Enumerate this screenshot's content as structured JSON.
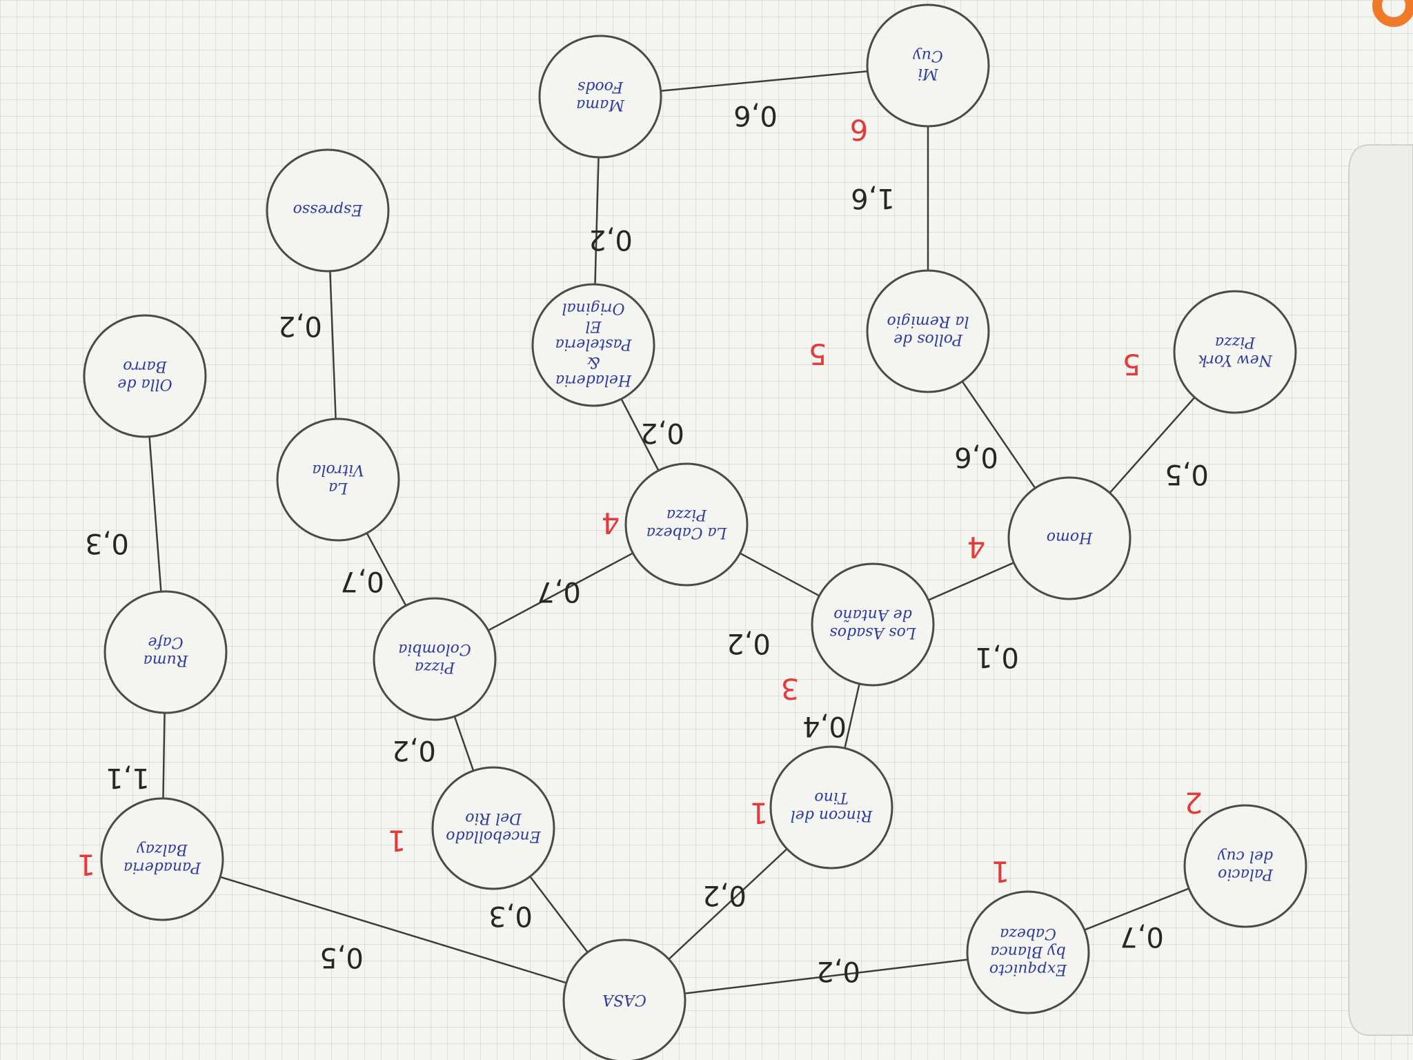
{
  "colors": {
    "paper": "#f4f4f0",
    "grid": "#c9c9c4",
    "ink_blue": "#2d3a9e",
    "ink_red": "#e23b3b",
    "pencil": "#3c3c3c",
    "orange_corner": "#f07a2a"
  },
  "diagram": {
    "orientation": "rotated-180",
    "nodes": [
      {
        "id": "casa",
        "label": "CASA",
        "tag": ""
      },
      {
        "id": "parrilla_blanca",
        "label": "Expquicto by Blanca Cabeza",
        "tag": "1"
      },
      {
        "id": "palacio",
        "label": "Palacio del cuy",
        "tag": "2"
      },
      {
        "id": "rincon",
        "label": "Rincon del Tino",
        "tag": "1"
      },
      {
        "id": "encebollado",
        "label": "Encebollado Del Rio",
        "tag": "1"
      },
      {
        "id": "pantheria",
        "label": "Panaderia Balzay",
        "tag": "1"
      },
      {
        "id": "los_asados",
        "label": "Los Asados de Antaño",
        "tag": "3"
      },
      {
        "id": "pizza_colombia",
        "label": "Pizza Colombia",
        "tag": ""
      },
      {
        "id": "ruma",
        "label": "Ruma Cafe",
        "tag": ""
      },
      {
        "id": "la_cabeza",
        "label": "La Cabeza Pizza",
        "tag": "4"
      },
      {
        "id": "la_vitrola",
        "label": "La Vitrola",
        "tag": ""
      },
      {
        "id": "olla",
        "label": "Olla de Barro",
        "tag": ""
      },
      {
        "id": "homo",
        "label": "Homo",
        "tag": "4"
      },
      {
        "id": "heladeria",
        "label": "Heladeria & Pasteleria El Original",
        "tag": ""
      },
      {
        "id": "espresso",
        "label": "Espresso",
        "tag": ""
      },
      {
        "id": "new_york",
        "label": "New York Pizza",
        "tag": "5"
      },
      {
        "id": "pollos",
        "label": "Pollos de la Remigio",
        "tag": "5"
      },
      {
        "id": "mama",
        "label": "Mama Foods",
        "tag": ""
      },
      {
        "id": "mi_cuy",
        "label": "Mi Cuy",
        "tag": "6"
      }
    ],
    "edges": [
      {
        "from": "casa",
        "to": "parrilla_blanca",
        "weight": "0,2"
      },
      {
        "from": "parrilla_blanca",
        "to": "palacio",
        "weight": "0,7"
      },
      {
        "from": "casa",
        "to": "rincon",
        "weight": "0,2"
      },
      {
        "from": "casa",
        "to": "encebollado",
        "weight": "0,3"
      },
      {
        "from": "casa",
        "to": "pantheria",
        "weight": "0,5"
      },
      {
        "from": "rincon",
        "to": "los_asados",
        "weight": "0,4"
      },
      {
        "from": "encebollado",
        "to": "pizza_colombia",
        "weight": "0,2"
      },
      {
        "from": "pantheria",
        "to": "ruma",
        "weight": "1,1"
      },
      {
        "from": "los_asados",
        "to": "la_cabeza",
        "weight": "0,2"
      },
      {
        "from": "los_asados",
        "to": "homo",
        "weight": "0,1"
      },
      {
        "from": "pizza_colombia",
        "to": "la_cabeza",
        "weight": "0,7"
      },
      {
        "from": "pizza_colombia",
        "to": "la_vitrola",
        "weight": "0,7"
      },
      {
        "from": "ruma",
        "to": "olla",
        "weight": "0,3"
      },
      {
        "from": "la_cabeza",
        "to": "heladeria",
        "weight": "0,2"
      },
      {
        "from": "la_vitrola",
        "to": "espresso",
        "weight": "0,2"
      },
      {
        "from": "homo",
        "to": "new_york",
        "weight": "0,5"
      },
      {
        "from": "homo",
        "to": "pollos",
        "weight": "0,6"
      },
      {
        "from": "heladeria",
        "to": "mama",
        "weight": "0,2"
      },
      {
        "from": "pollos",
        "to": "mi_cuy",
        "weight": "1,6"
      },
      {
        "from": "mama",
        "to": "mi_cuy",
        "weight": "0,6"
      }
    ]
  }
}
